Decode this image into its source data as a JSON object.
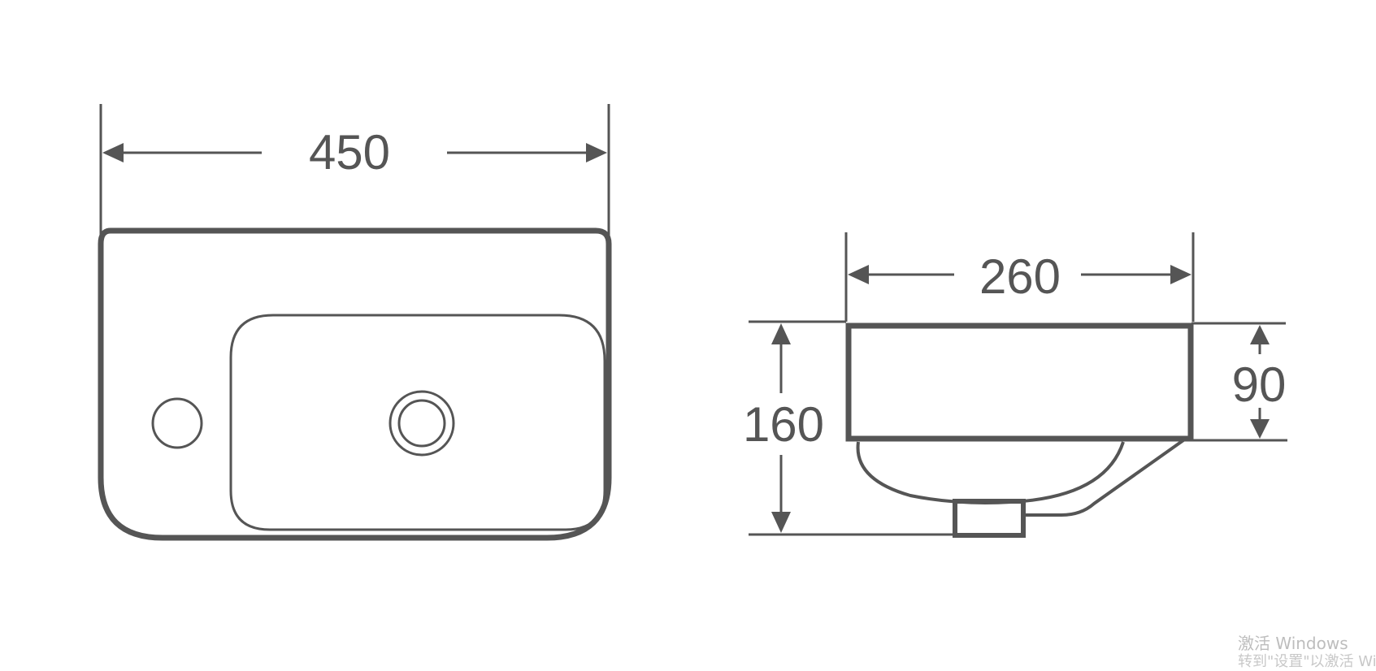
{
  "top_view": {
    "width_label": "450"
  },
  "side_view": {
    "depth_label": "260",
    "height_label": "160",
    "bowl_depth_label": "90"
  },
  "watermark": {
    "line1": "激活 Windows",
    "line2": "转到\"设置\"以激活 Windows。"
  },
  "colors": {
    "line": "#555555",
    "background": "#ffffff",
    "watermark": "#bdbdbd"
  }
}
